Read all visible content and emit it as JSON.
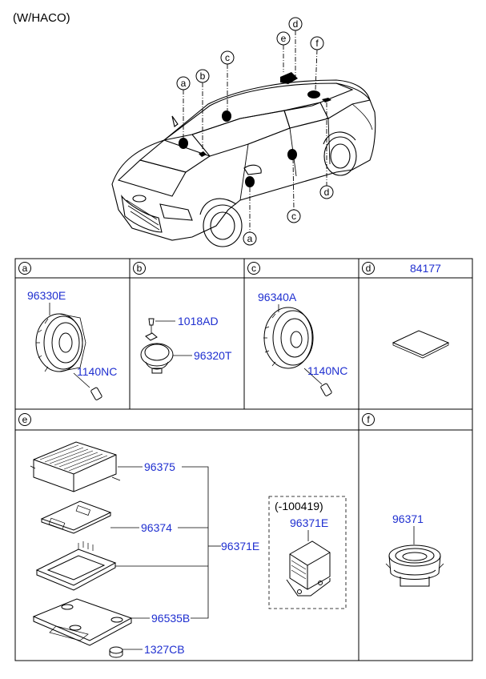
{
  "header": {
    "variant": "(W/HACO)"
  },
  "car_callouts": {
    "a_top": "a",
    "b_top": "b",
    "c_top": "c",
    "e_top": "e",
    "d_top": "d",
    "f_top": "f",
    "d_right": "d",
    "c_bottom": "c",
    "a_bottom": "a"
  },
  "table": {
    "row1": [
      {
        "letter": "a",
        "parts": [
          "96330E",
          "1140NC"
        ]
      },
      {
        "letter": "b",
        "parts": [
          "1018AD",
          "96320T"
        ]
      },
      {
        "letter": "c",
        "parts": [
          "96340A",
          "1140NC"
        ]
      },
      {
        "letter": "d",
        "header_part": "84177"
      }
    ],
    "row2": [
      {
        "letter": "e",
        "parts": [
          "96375",
          "96374",
          "96371E",
          "96535B",
          "1327CB"
        ],
        "inset": {
          "range": "(-100419)",
          "part": "96371E"
        }
      },
      {
        "letter": "f",
        "parts": [
          "96371"
        ]
      }
    ]
  },
  "colors": {
    "part_label": "#1f2fd0",
    "line": "#000000"
  }
}
